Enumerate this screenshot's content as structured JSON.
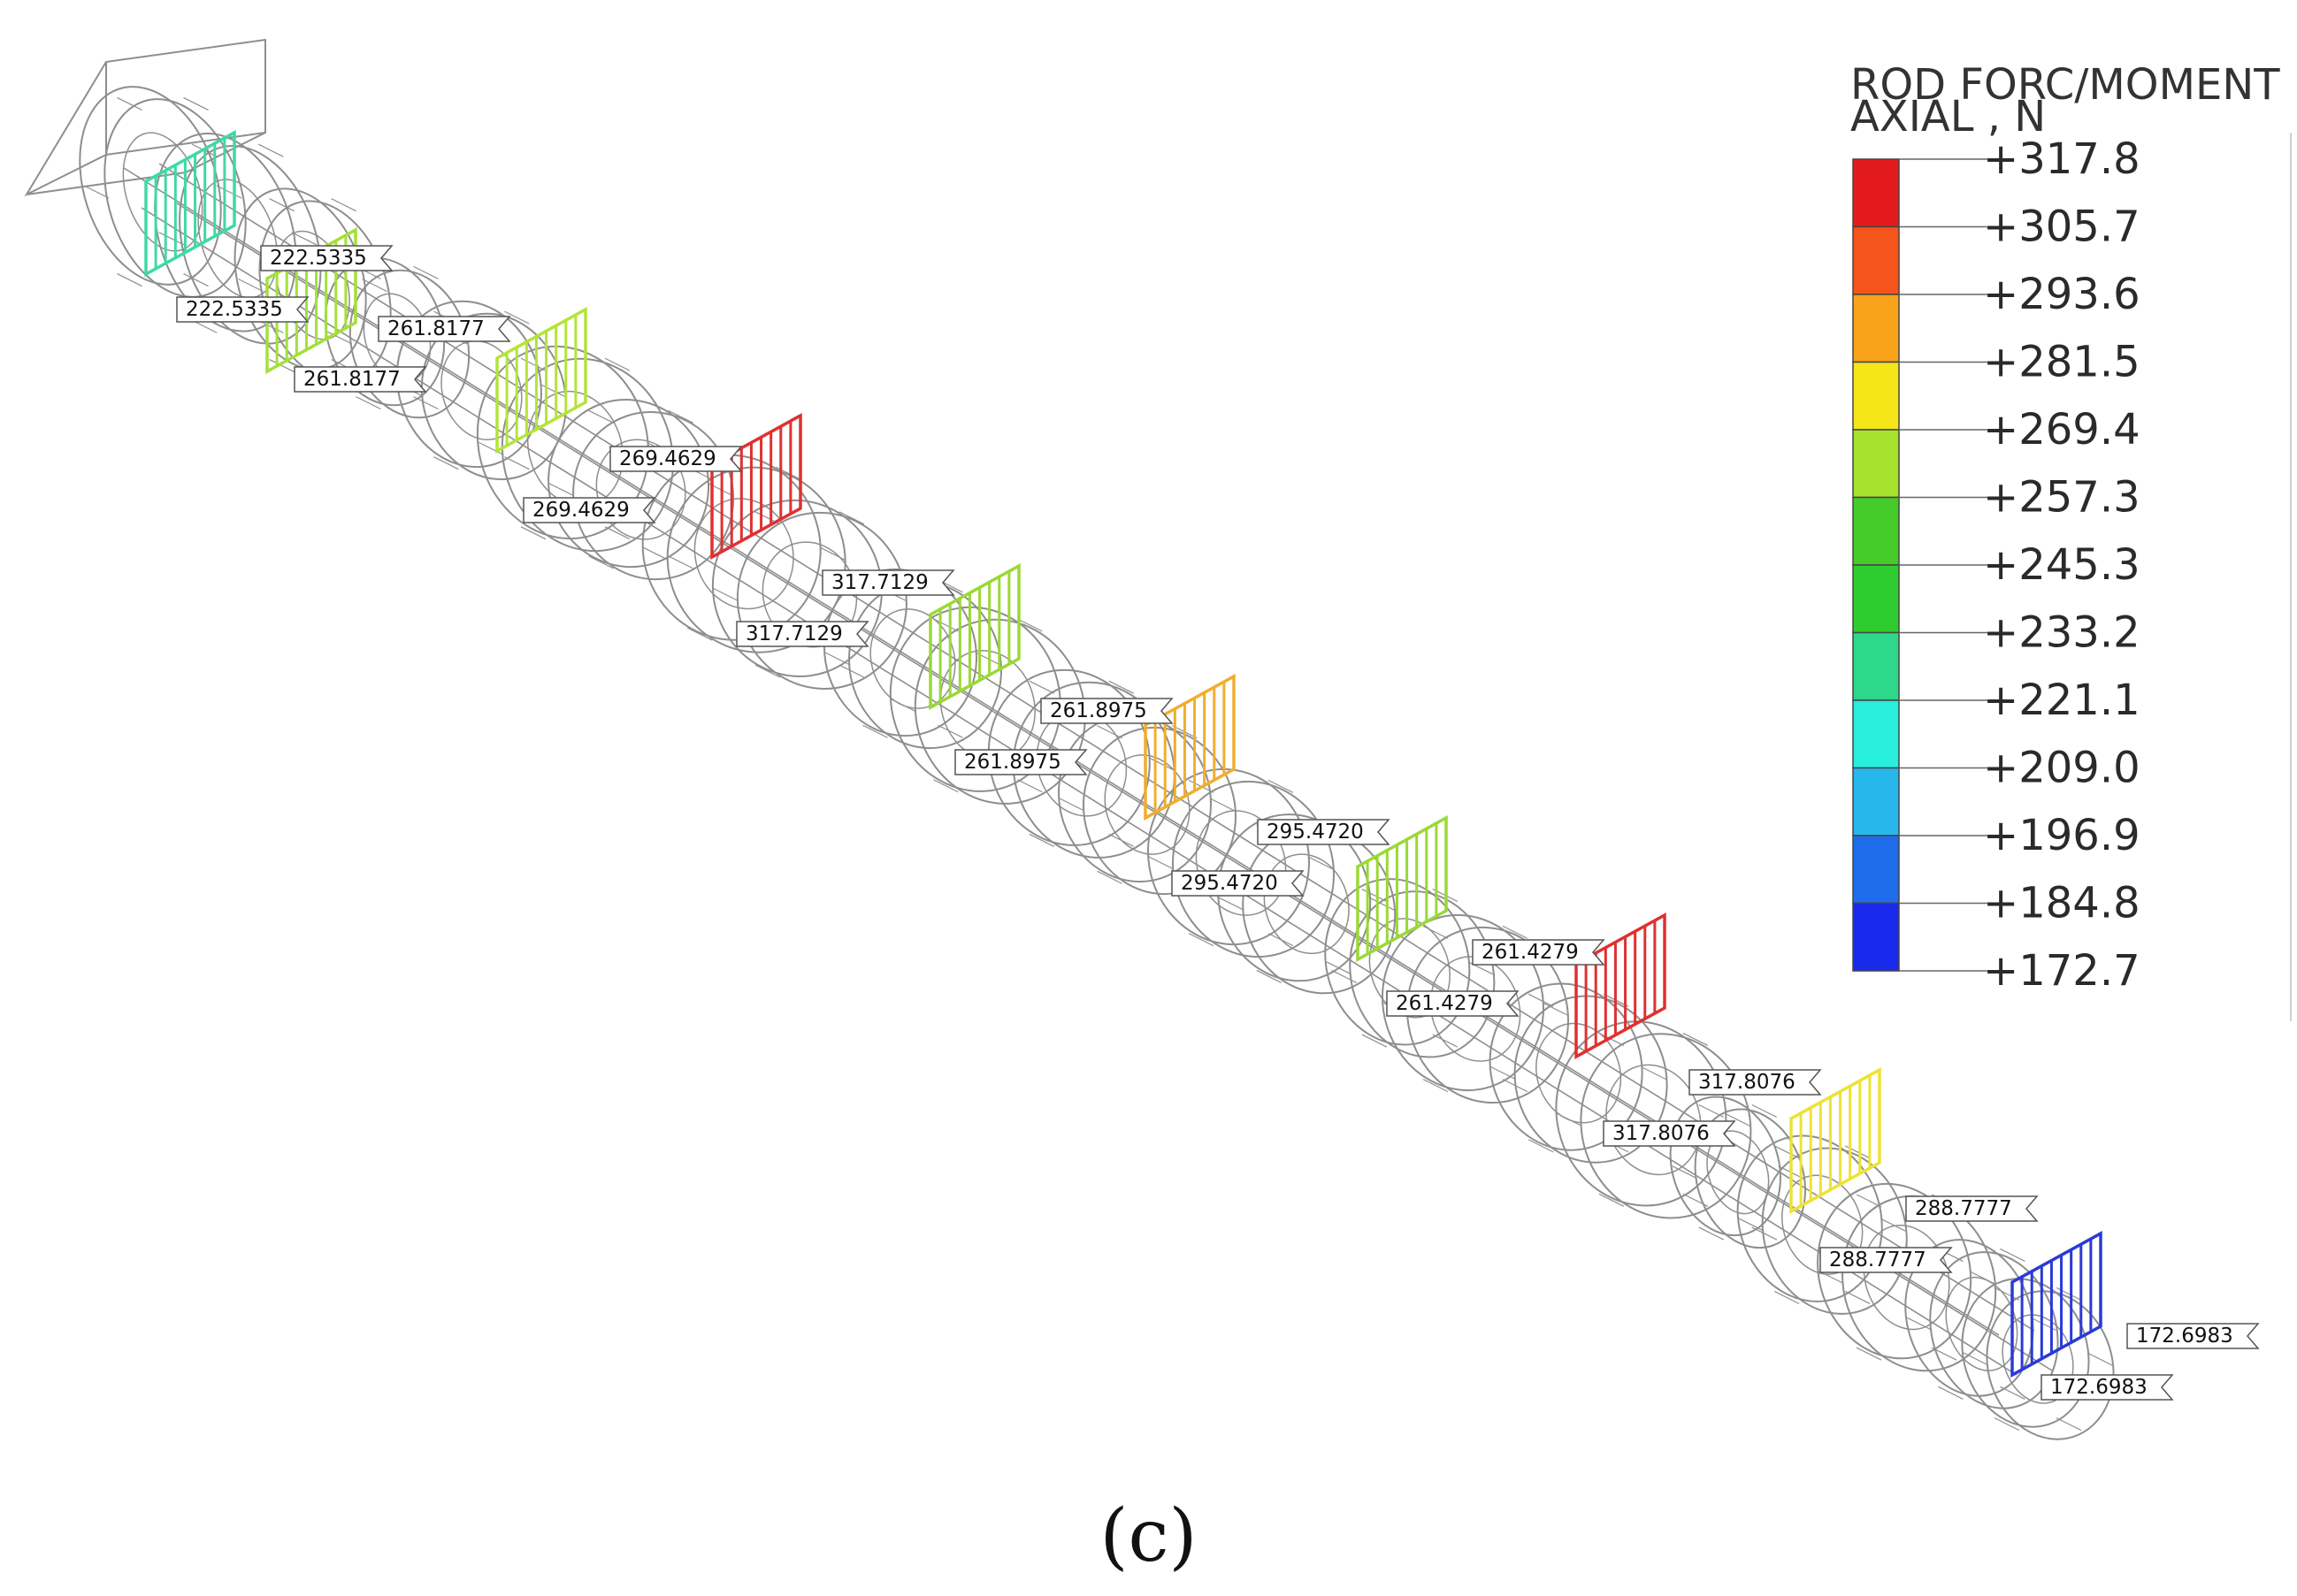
{
  "legend": {
    "title_line1": "ROD FORC/MOMENT",
    "title_line2": "AXIAL , N",
    "entries": [
      {
        "value": "+317.8",
        "color": "#e31a1c"
      },
      {
        "value": "+305.7",
        "color": "#f5541b"
      },
      {
        "value": "+293.6",
        "color": "#f9a31a"
      },
      {
        "value": "+281.5",
        "color": "#f5e61a"
      },
      {
        "value": "+269.4",
        "color": "#a7e22e"
      },
      {
        "value": "+257.3",
        "color": "#45cc2a"
      },
      {
        "value": "+245.3",
        "color": "#2ecc2e"
      },
      {
        "value": "+233.2",
        "color": "#2ed88a"
      },
      {
        "value": "+221.1",
        "color": "#28eedc"
      },
      {
        "value": "+209.0",
        "color": "#26b8ec"
      },
      {
        "value": "+196.9",
        "color": "#1e6cec"
      },
      {
        "value": "+184.8",
        "color": "#1a2aec"
      }
    ],
    "bottom_value": "+172.7"
  },
  "rods": [
    {
      "color": "#3fd9a8",
      "label_top": "222.5335",
      "label_bottom": "222.5335"
    },
    {
      "color": "#a2e13a",
      "label_top": "261.8177",
      "label_bottom": "261.8177"
    },
    {
      "color": "#b4e43a",
      "label_top": "269.4629",
      "label_bottom": "269.4629"
    },
    {
      "color": "#e03030",
      "label_top": "317.7129",
      "label_bottom": "317.7129"
    },
    {
      "color": "#9ad935",
      "label_top": "261.8975",
      "label_bottom": "261.8975"
    },
    {
      "color": "#f2ad2e",
      "label_top": "295.4720",
      "label_bottom": "295.4720"
    },
    {
      "color": "#9ad935",
      "label_top": "261.4279",
      "label_bottom": "261.4279"
    },
    {
      "color": "#e03030",
      "label_top": "317.8076",
      "label_bottom": "317.8076"
    },
    {
      "color": "#ede236",
      "label_top": "288.7777",
      "label_bottom": "288.7777"
    },
    {
      "color": "#2a3ad8",
      "label_top": "172.6983",
      "label_bottom": "172.6983"
    }
  ],
  "caption": "(c)"
}
